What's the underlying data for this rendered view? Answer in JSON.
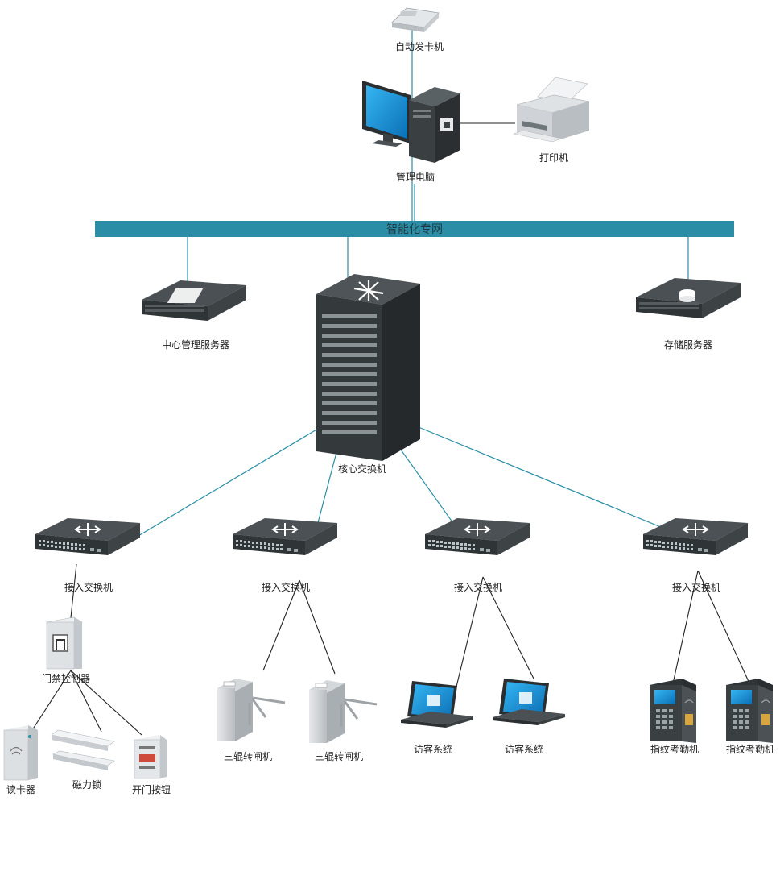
{
  "labels": {
    "card_issuer": "自动发卡机",
    "admin_pc": "管理电脑",
    "printer": "打印机",
    "network": "智能化专网",
    "central_server": "中心管理服务器",
    "storage_server": "存储服务器",
    "core_switch": "核心交换机",
    "access_switch_1": "接入交换机",
    "access_switch_2": "接入交换机",
    "access_switch_3": "接入交换机",
    "access_switch_4": "接入交换机",
    "door_controller": "门禁控制器",
    "card_reader": "读卡器",
    "magnetic_lock": "磁力锁",
    "exit_button": "开门按钮",
    "turnstile_1": "三辊转闸机",
    "turnstile_2": "三辊转闸机",
    "visitor_1": "访客系统",
    "visitor_2": "访客系统",
    "fingerprint_1": "指纹考勤机",
    "fingerprint_2": "指纹考勤机"
  },
  "colors": {
    "network_bar": "#2b8ea6",
    "link_teal": "#2a8fa6",
    "link_black": "#222222",
    "device_dark": "#3b4042",
    "screen_blue": "#1d8fd8"
  },
  "icons": [
    "card-issuer-icon",
    "desktop-pc-icon",
    "printer-icon",
    "rack-server-icon",
    "core-switch-rack-icon",
    "network-switch-icon",
    "door-controller-icon",
    "card-reader-icon",
    "magnetic-lock-icon",
    "exit-button-icon",
    "turnstile-icon",
    "laptop-icon",
    "fingerprint-terminal-icon"
  ]
}
